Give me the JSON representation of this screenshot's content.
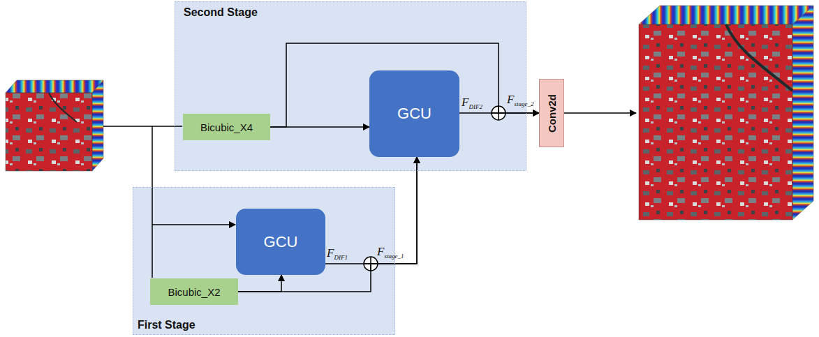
{
  "diagram": {
    "nodes": [
      {
        "text": [
          "Second Stage"
        ]
      },
      {
        "text": [
          "Bicubic_X4"
        ],
        "in": 0
      },
      {
        "text": [
          "GCU"
        ],
        "in": 0
      },
      {
        "text": [
          "First Stage"
        ]
      },
      {
        "text": [
          "GCU"
        ],
        "in": 3
      },
      {
        "text": [
          "Bicubic_X2"
        ],
        "in": 3
      },
      {
        "text": [
          "Conv2d"
        ]
      }
    ],
    "edges": [
      {
        "from": 1,
        "to": 2,
        "arrow": "to"
      },
      {
        "from": 1,
        "to": 6,
        "arrow": "to"
      },
      {
        "from": 2,
        "to": 6,
        "arrow": "to"
      },
      {
        "from": 5,
        "to": 4,
        "arrow": "to"
      },
      {
        "from": 4,
        "to": 2,
        "arrow": "to"
      },
      {
        "from": 5,
        "to": 2,
        "arrow": "to"
      }
    ],
    "labels": [
      "FDIF2",
      "Fstage_2",
      "FDIF1",
      "Fstage_1"
    ]
  }
}
